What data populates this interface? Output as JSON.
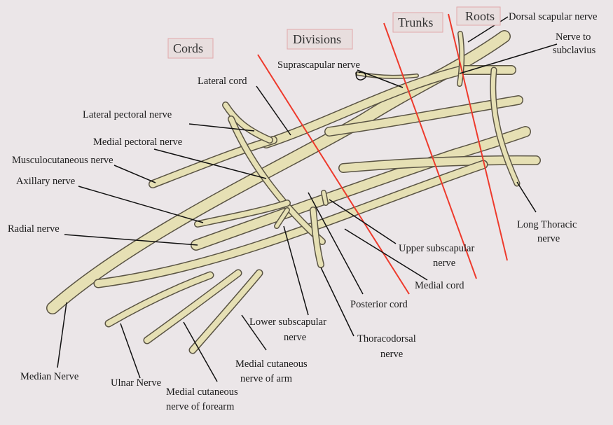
{
  "regions": {
    "roots": "Roots",
    "trunks": "Trunks",
    "divisions": "Divisions",
    "cords": "Cords"
  },
  "labels": {
    "dorsal_scapular": "Dorsal scapular nerve",
    "nerve_to_subclavius_1": "Nerve to",
    "nerve_to_subclavius_2": "subclavius",
    "suprascapular": "Suprascapular nerve",
    "lateral_cord": "Lateral cord",
    "lateral_pectoral": "Lateral pectoral nerve",
    "medial_pectoral": "Medial pectoral nerve",
    "musculocutaneous": "Musculocutaneous nerve",
    "axillary": "Axillary nerve",
    "radial": "Radial nerve",
    "long_thoracic_1": "Long Thoracic",
    "long_thoracic_2": "nerve",
    "upper_subscapular_1": "Upper subscapular",
    "upper_subscapular_2": "nerve",
    "medial_cord": "Medial cord",
    "posterior_cord": "Posterior cord",
    "lower_subscapular_1": "Lower subscapular",
    "lower_subscapular_2": "nerve",
    "thoracodorsal_1": "Thoracodorsal",
    "thoracodorsal_2": "nerve",
    "medial_cut_arm_1": "Medial cutaneous",
    "medial_cut_arm_2": "nerve of arm",
    "medial_cut_forearm_1": "Medial cutaneous",
    "medial_cut_forearm_2": "nerve of forearm",
    "median": "Median Nerve",
    "ulnar": "Ulnar Nerve"
  },
  "colors": {
    "background": "#ebe6e8",
    "nerve_fill": "#e6e0b4",
    "nerve_outline": "#5a5444",
    "boundary_lines": "#ee3a2c",
    "leader_lines": "#111111"
  }
}
